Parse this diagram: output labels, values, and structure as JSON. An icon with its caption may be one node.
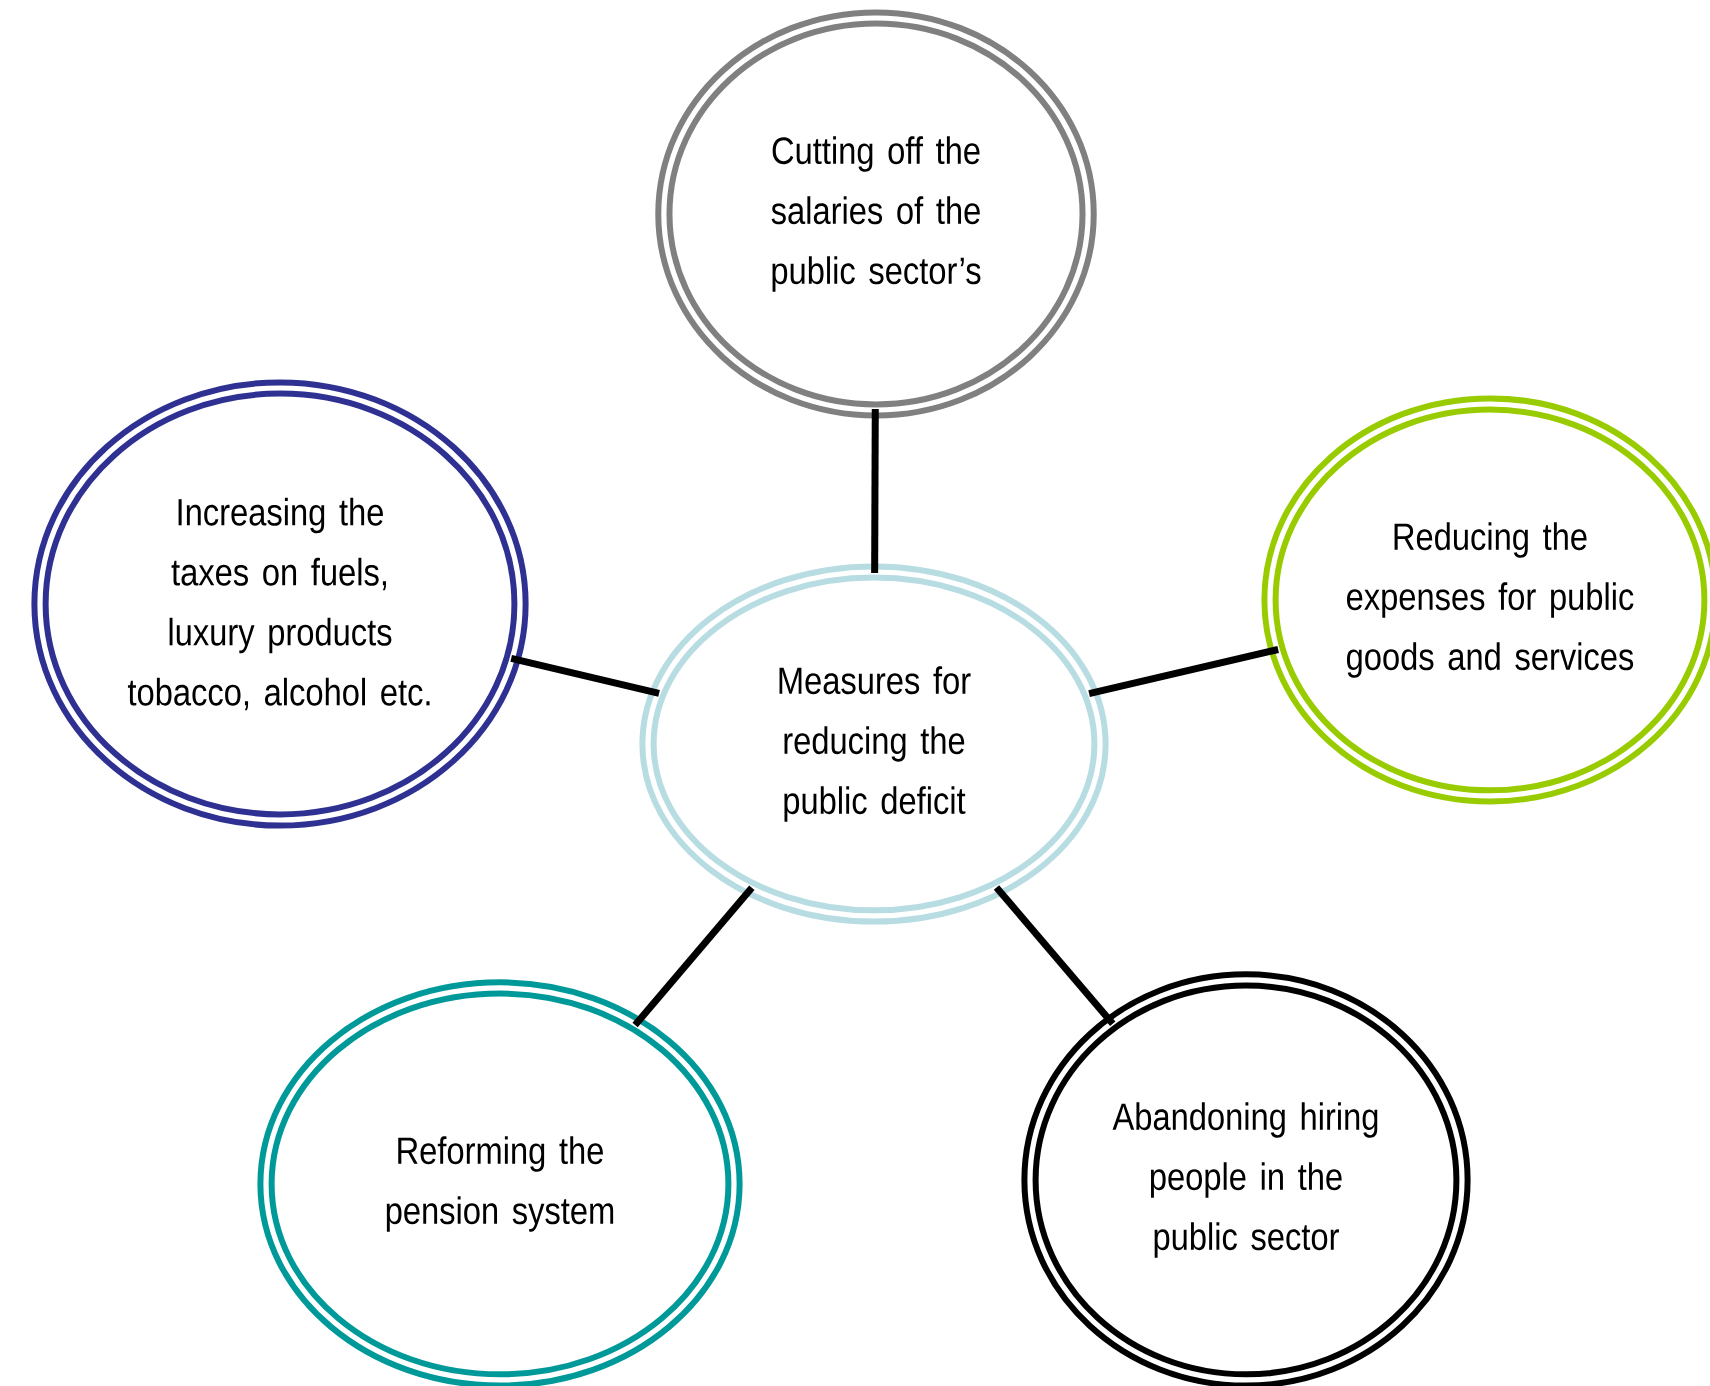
{
  "diagram": {
    "nodes": [
      {
        "text": [
          "Measures for reducing the public deficit"
        ]
      },
      {
        "text": [
          "Cutting off the salaries of the public sector’s"
        ]
      },
      {
        "text": [
          "Increasing the taxes on fuels, luxury products tobacco, alcohol etc."
        ]
      },
      {
        "text": [
          "Reducing the expenses for public goods and services"
        ]
      },
      {
        "text": [
          "Reforming the pension system"
        ]
      },
      {
        "text": [
          "Abandoning hiring people in the public sector"
        ]
      }
    ],
    "edges": [
      {
        "from": 0,
        "to": 1,
        "arrow": "none"
      },
      {
        "from": 0,
        "to": 2,
        "arrow": "none"
      },
      {
        "from": 0,
        "to": 3,
        "arrow": "none"
      },
      {
        "from": 0,
        "to": 4,
        "arrow": "none"
      },
      {
        "from": 0,
        "to": 5,
        "arrow": "none"
      }
    ]
  }
}
